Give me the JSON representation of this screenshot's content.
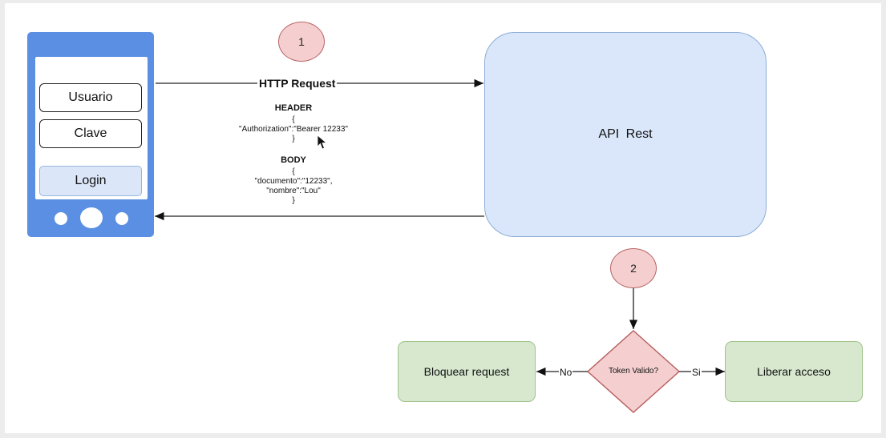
{
  "phone": {
    "usuario_label": "Usuario",
    "clave_label": "Clave",
    "login_label": "Login"
  },
  "api": {
    "label": "API  Rest"
  },
  "steps": {
    "one": "1",
    "two": "2"
  },
  "request": {
    "title": "HTTP Request",
    "header_title": "HEADER",
    "header_body": "{\n\"Authorization\":\"Bearer 12233\"\n}",
    "body_title": "BODY",
    "body_body": "{\n\"documento\":\"12233\",\n\"nombre\":\"Lou\"\n}"
  },
  "decision": {
    "question": "Token Valido?",
    "no_label": "No",
    "si_label": "Si"
  },
  "outcomes": {
    "block": "Bloquear request",
    "allow": "Liberar acceso"
  },
  "colors": {
    "phone": "#5a8fe3",
    "api_fill": "#dae7fb",
    "badge_fill": "#f5cfcf",
    "outcome_fill": "#d7e8cf",
    "diamond_fill": "#f5cfcf"
  }
}
